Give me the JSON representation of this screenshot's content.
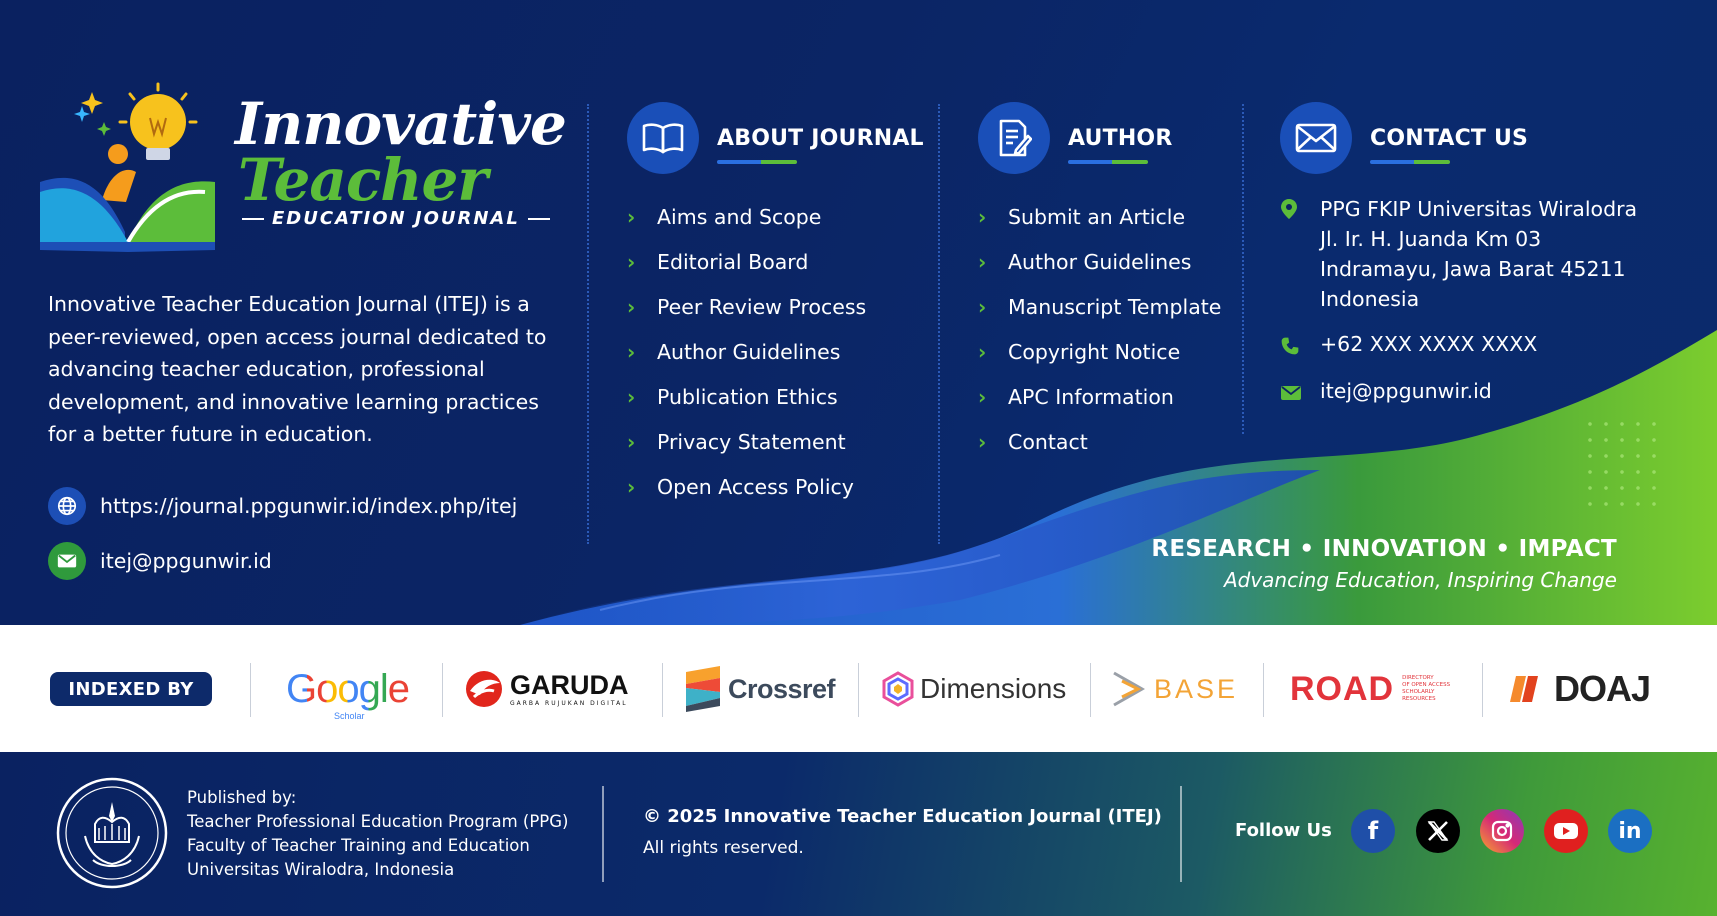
{
  "brand": {
    "word1": "Innovative",
    "word2": "Teacher",
    "subtitle": "EDUCATION JOURNAL"
  },
  "intro": {
    "description": "Innovative Teacher Education Journal (ITEJ) is a peer-reviewed, open access journal dedicated to advancing  teacher education, professional development, and innovative learning practices for a better future in education.",
    "website": "https://journal.ppgunwir.id/index.php/itej",
    "email": "itej@ppgunwir.id"
  },
  "about": {
    "title": "ABOUT JOURNAL",
    "items": [
      "Aims and Scope",
      "Editorial Board",
      "Peer Review Process",
      "Author Guidelines",
      "Publication Ethics",
      "Privacy Statement",
      "Open Access Policy"
    ]
  },
  "author": {
    "title": "AUTHOR",
    "items": [
      "Submit an Article",
      "Author Guidelines",
      "Manuscript Template",
      "Copyright Notice",
      "APC Information",
      "Contact"
    ]
  },
  "contact": {
    "title": "CONTACT US",
    "address": [
      "PPG FKIP Universitas Wiralodra",
      "Jl. Ir. H. Juanda Km 03",
      "Indramayu, Jawa Barat 45211",
      "Indonesia"
    ],
    "phone": "+62 XXX XXXX XXXX",
    "email": "itej@ppgunwir.id"
  },
  "tagline": {
    "main": "RESEARCH • INNOVATION • IMPACT",
    "sub": "Advancing Education, Inspiring Change"
  },
  "indexed": {
    "label": "INDEXED BY",
    "google": "Google",
    "google_sub": "Scholar",
    "garuda": "GARUDA",
    "garuda_sub": "GARBA RUJUKAN DIGITAL",
    "crossref": "Crossref",
    "dimensions": "Dimensions",
    "base": "BASE",
    "road": "ROAD",
    "road_sub": [
      "DIRECTORY",
      "OF OPEN ACCESS",
      "SCHOLARLY",
      "RESOURCES"
    ],
    "doaj": "DOAJ"
  },
  "footer": {
    "published_label": "Published by:",
    "publisher_lines": [
      "Teacher Professional Education Program (PPG)",
      "Faculty of Teacher Training and Education",
      "Universitas Wiralodra, Indonesia"
    ],
    "copyright": "© 2025 Innovative Teacher Education Journal (ITEJ)",
    "rights": "All rights reserved.",
    "follow": "Follow Us"
  },
  "colors": {
    "navy": "#0b2463",
    "green": "#5cbd3a",
    "blue": "#1a4fb8",
    "facebook": "#1f4fa8",
    "x": "#000000",
    "instagram": "#d63a6a",
    "youtube": "#e0201f",
    "linkedin": "#1b6fc2"
  },
  "icons": [
    "globe-icon",
    "mail-icon",
    "book-icon",
    "document-icon",
    "envelope-icon",
    "location-icon",
    "phone-icon",
    "facebook-icon",
    "x-icon",
    "instagram-icon",
    "youtube-icon",
    "linkedin-icon"
  ]
}
